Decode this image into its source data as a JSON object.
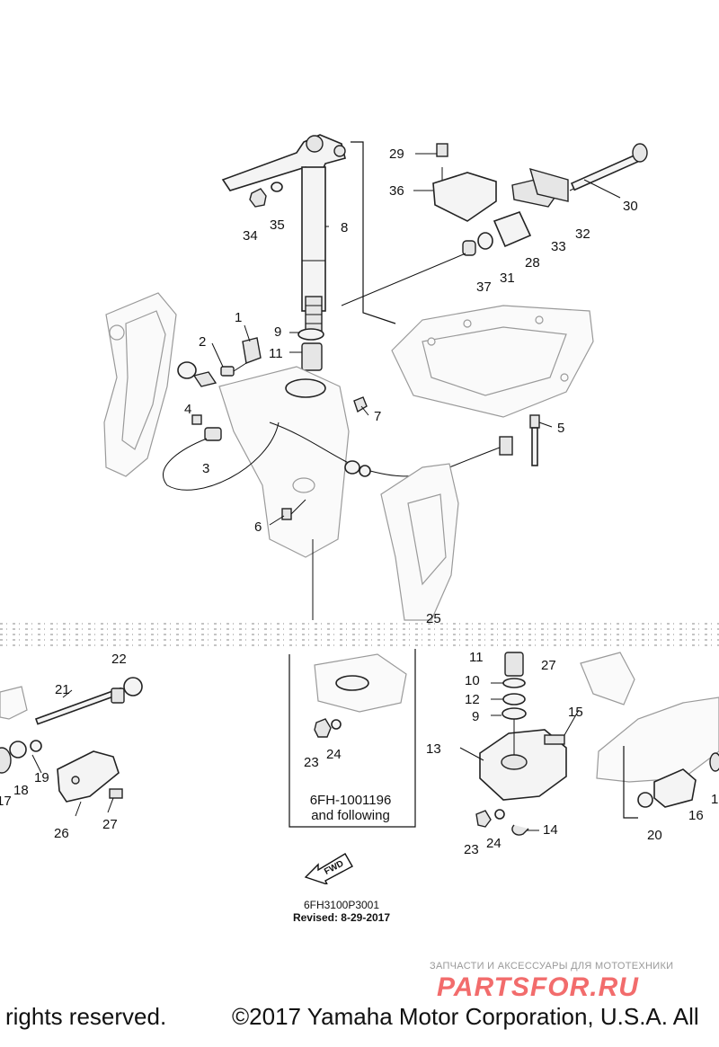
{
  "callouts": [
    "1",
    "2",
    "3",
    "4",
    "5",
    "6",
    "7",
    "8",
    "9",
    "10",
    "11",
    "12",
    "13",
    "14",
    "15",
    "16",
    "17",
    "18",
    "19",
    "20",
    "21",
    "22",
    "23",
    "24",
    "25",
    "26",
    "27",
    "28",
    "29",
    "30",
    "31",
    "32",
    "33",
    "34",
    "35",
    "36",
    "37"
  ],
  "serial_note": "6FH-1001196\nand following",
  "fwd_label": "FWD",
  "diagram_code": "6FH3100P3001",
  "revised": "Revised: 8-29-2017",
  "watermark_subtitle": "ЗАПЧАСТИ И АКСЕССУАРЫ ДЛЯ МОТОТЕХНИКИ",
  "watermark_logo": "PARTSFOR.RU",
  "footer_left": "rights reserved.",
  "footer_right": "©2017 Yamaha Motor Corporation, U.S.A. All",
  "colors": {
    "ink": "#111111",
    "watermark": "#f26c6c",
    "watermark_text": "#999999"
  }
}
